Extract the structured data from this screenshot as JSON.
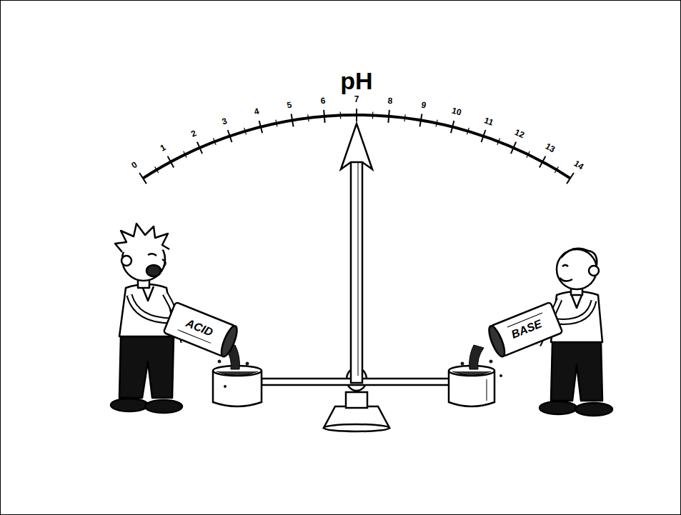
{
  "diagram": {
    "title": "pH",
    "labels": [
      "0",
      "1",
      "2",
      "3",
      "4",
      "5",
      "6",
      "7",
      "8",
      "9",
      "10",
      "11",
      "12",
      "13",
      "14",
      "ACID",
      "BASE"
    ]
  }
}
